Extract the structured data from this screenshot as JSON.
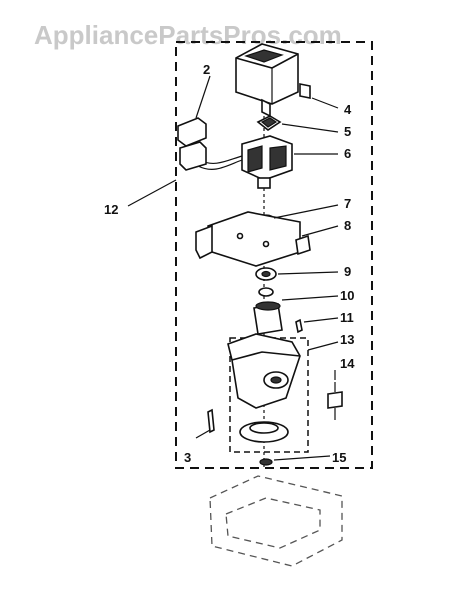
{
  "watermark": "AppliancePartsPros.com",
  "callouts": {
    "c2": "2",
    "c3": "3",
    "c4": "4",
    "c5": "5",
    "c6": "6",
    "c7": "7",
    "c8": "8",
    "c9": "9",
    "c10": "10",
    "c11": "11",
    "c12": "12",
    "c13": "13",
    "c14": "14",
    "c15": "15"
  }
}
